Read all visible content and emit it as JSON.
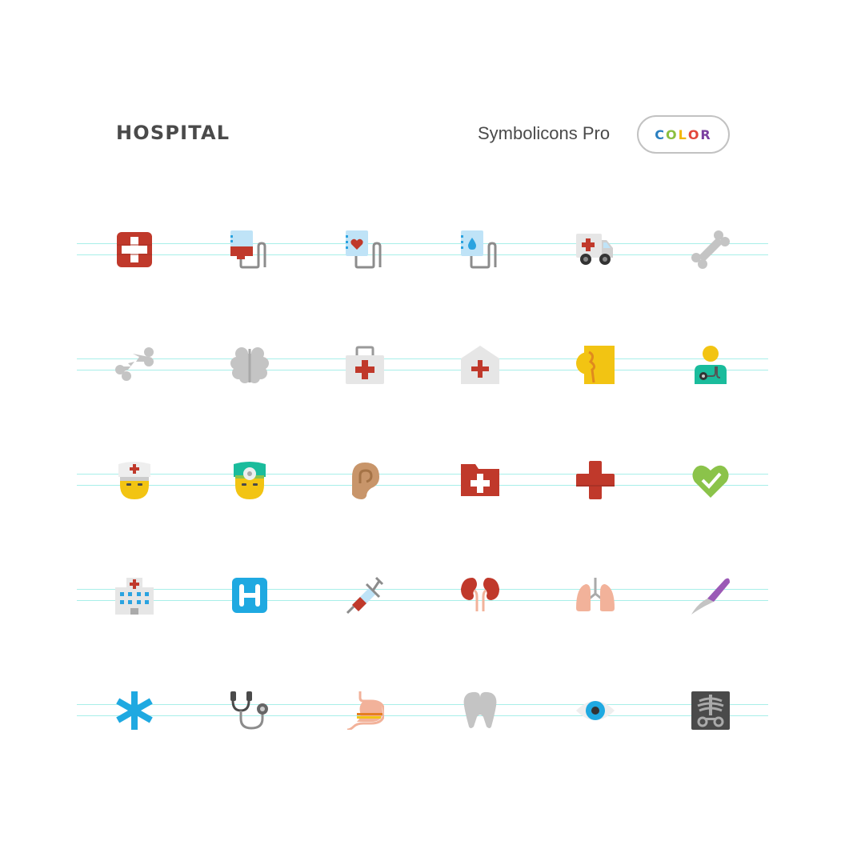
{
  "header": {
    "title": "HOSPITAL",
    "brand": "Symbolicons Pro",
    "badge_letters": [
      "C",
      "O",
      "L",
      "O",
      "R"
    ],
    "badge_colors": [
      "#2a7fc0",
      "#8bbf3f",
      "#f2b705",
      "#e2463a",
      "#7b3fa0"
    ]
  },
  "icons": [
    [
      "first-aid-icon",
      "blood-bag-icon",
      "heart-bag-icon",
      "iv-drip-icon",
      "ambulance-icon",
      "bone-icon"
    ],
    [
      "broken-bone-icon",
      "brain-icon",
      "medical-kit-icon",
      "clinic-icon",
      "head-profile-icon",
      "doctor-icon"
    ],
    [
      "nurse-icon",
      "head-mirror-doctor-icon",
      "ear-icon",
      "medical-folder-icon",
      "medical-cross-icon",
      "heart-check-icon"
    ],
    [
      "hospital-building-icon",
      "hospital-sign-icon",
      "syringe-icon",
      "kidneys-icon",
      "lungs-icon",
      "scalpel-icon"
    ],
    [
      "star-of-life-icon",
      "stethoscope-icon",
      "stomach-icon",
      "tooth-icon",
      "eye-icon",
      "x-ray-icon"
    ]
  ]
}
